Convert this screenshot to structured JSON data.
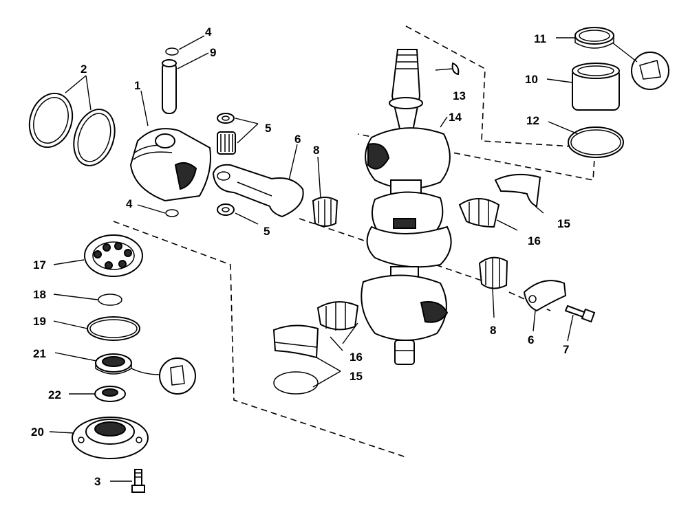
{
  "callouts": [
    {
      "id": "c1",
      "text": "1"
    },
    {
      "id": "c2",
      "text": "2"
    },
    {
      "id": "c3",
      "text": "3"
    },
    {
      "id": "c4a",
      "text": "4"
    },
    {
      "id": "c4b",
      "text": "4"
    },
    {
      "id": "c5a",
      "text": "5"
    },
    {
      "id": "c5b",
      "text": "5"
    },
    {
      "id": "c6a",
      "text": "6"
    },
    {
      "id": "c6b",
      "text": "6"
    },
    {
      "id": "c7",
      "text": "7"
    },
    {
      "id": "c8a",
      "text": "8"
    },
    {
      "id": "c8b",
      "text": "8"
    },
    {
      "id": "c9",
      "text": "9"
    },
    {
      "id": "c10",
      "text": "10"
    },
    {
      "id": "c11",
      "text": "11"
    },
    {
      "id": "c12",
      "text": "12"
    },
    {
      "id": "c13",
      "text": "13"
    },
    {
      "id": "c14",
      "text": "14"
    },
    {
      "id": "c15a",
      "text": "15"
    },
    {
      "id": "c15b",
      "text": "15"
    },
    {
      "id": "c16a",
      "text": "16"
    },
    {
      "id": "c16b",
      "text": "16"
    },
    {
      "id": "c17",
      "text": "17"
    },
    {
      "id": "c18",
      "text": "18"
    },
    {
      "id": "c19",
      "text": "19"
    },
    {
      "id": "c20",
      "text": "20"
    },
    {
      "id": "c21",
      "text": "21"
    },
    {
      "id": "c22",
      "text": "22"
    }
  ]
}
